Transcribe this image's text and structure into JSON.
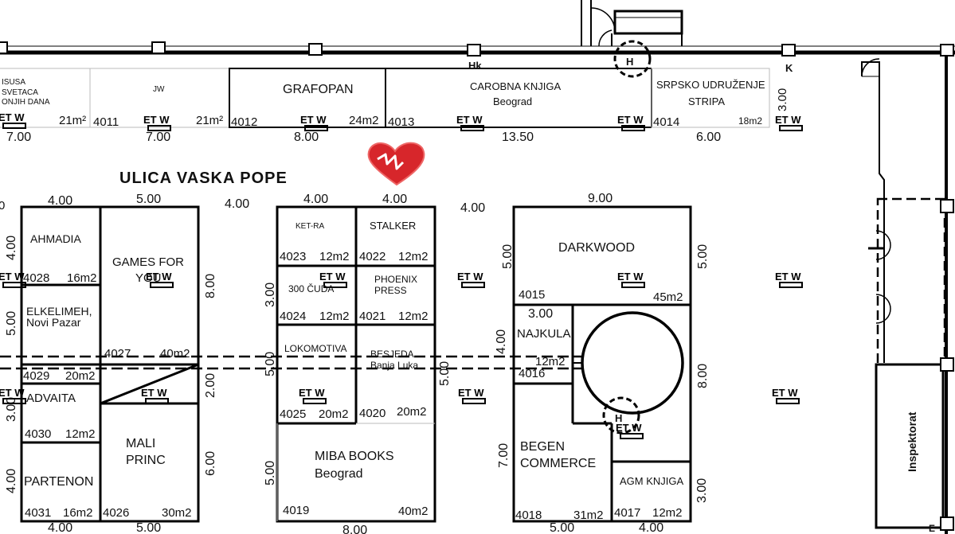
{
  "street": "ULICA  VASKA POPE",
  "et_w": "ET W",
  "hk": "Hk",
  "k": "K",
  "inspektorat": "Inspektorat",
  "stands_top": [
    {
      "name1": "ISUSA",
      "name2": "SVETACA",
      "name3": "ONJIH DANA",
      "num": "",
      "area": "21m²",
      "width": "7.00"
    },
    {
      "name1": "JW",
      "num": "4011",
      "area": "21m²",
      "width": "7.00"
    },
    {
      "name1": "GRAFOPAN",
      "num": "4012",
      "area": "24m2",
      "width": "8.00"
    },
    {
      "name1": "CAROBNA KNJIGA",
      "name2": "Beograd",
      "num": "4013",
      "area": "",
      "width": "13.50"
    },
    {
      "name1": "SRPSKO UDRUŽENJE",
      "name2": "STRIPA",
      "num": "4014",
      "area": "18m2",
      "width": "6.00",
      "depth": "3.00"
    }
  ],
  "blocks": {
    "ahmadia": {
      "name": "AHMADIA",
      "num": "4028",
      "area": "16m2"
    },
    "games": {
      "name1": "GAMES FOR",
      "name2": "YOU",
      "num": "4027",
      "area": "40m2"
    },
    "elkelimeh": {
      "name1": "ELKELIMEH,",
      "name2": "Novi Pazar",
      "num": "4029",
      "area": "20m2"
    },
    "advaita": {
      "name": "ADVAITA",
      "num": "4030",
      "area": "12m2"
    },
    "partenon": {
      "name": "PARTENON",
      "num": "4031",
      "area": "16m2"
    },
    "mali": {
      "name1": "MALI",
      "name2": "PRINC",
      "num": "4026",
      "area": "30m2"
    },
    "ketra": {
      "name": "KET-RA",
      "num": "4023",
      "area": "12m2"
    },
    "stalker": {
      "name": "STALKER",
      "num": "4022",
      "area": "12m2"
    },
    "cuda": {
      "name": "300 ČUDA",
      "num": "4024",
      "area": "12m2"
    },
    "phoenix": {
      "name1": "PHOENIX",
      "name2": "PRESS",
      "num": "4021",
      "area": "12m2"
    },
    "lokomotiva": {
      "name": "LOKOMOTIVA",
      "num": "4025",
      "area": "20m2"
    },
    "besjeda": {
      "name1": "BESJEDA",
      "name2": "Banja Luka",
      "num": "4020",
      "area": "20m2"
    },
    "miba": {
      "name1": "MIBA BOOKS",
      "name2": "Beograd",
      "num": "4019",
      "area": "40m2"
    },
    "darkwood": {
      "name": "DARKWOOD",
      "num": "4015",
      "area": "45m2"
    },
    "najkula": {
      "name": "NAJKULA",
      "num": "4016",
      "area": "12m2"
    },
    "begen": {
      "name1": "BEGEN",
      "name2": "COMMERCE",
      "num": "4018",
      "area": "31m2"
    },
    "agm": {
      "name": "AGM KNJIGA",
      "num": "4017",
      "area": "12m2"
    }
  },
  "dims": {
    "d400": "4.00",
    "d500": "5.00",
    "d800": "8.00",
    "d300": "3.00",
    "d200": "2.00",
    "d600": "6.00",
    "d700": "7.00",
    "d900": "9.00",
    "d0": "0"
  }
}
